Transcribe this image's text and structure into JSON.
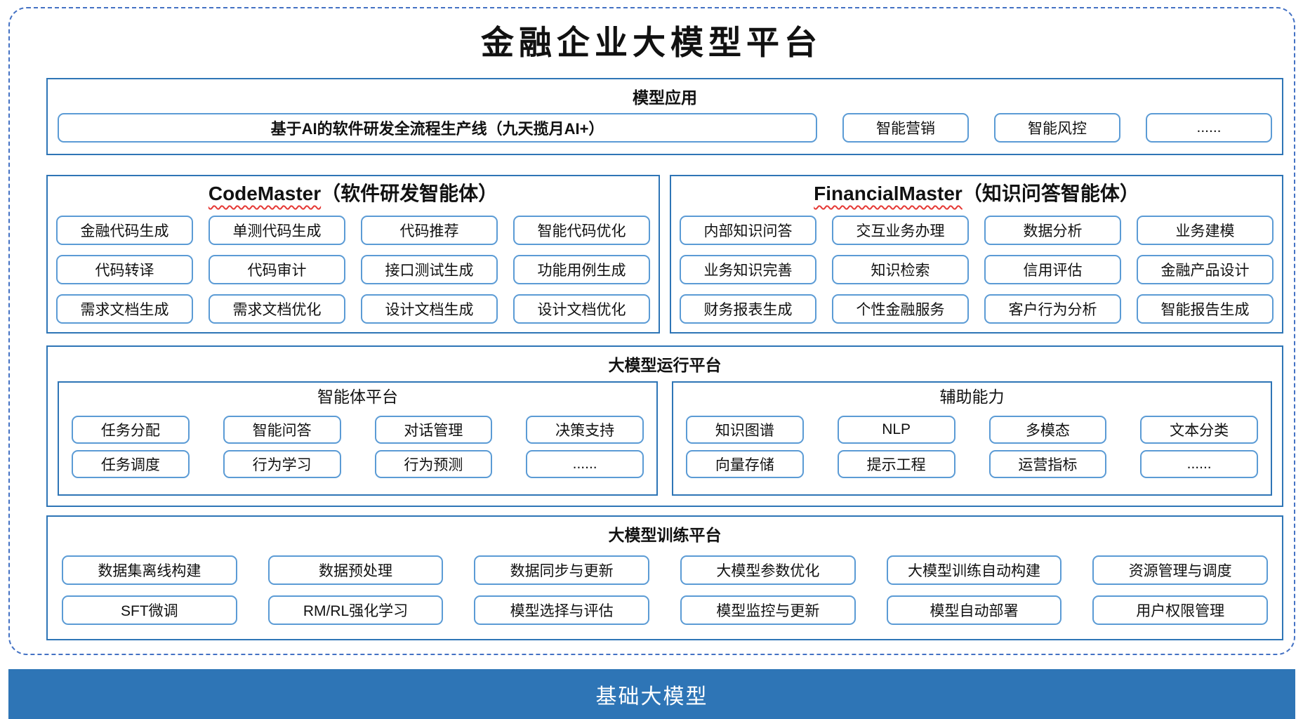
{
  "title": "金融企业大模型平台",
  "colors": {
    "outer_dashed_border": "#4472c4",
    "section_border": "#2e75b6",
    "item_border": "#5b9bd5",
    "spellcheck_underline": "#e53935",
    "foundation_bar_bg": "#2e75b6",
    "foundation_bar_text": "#ffffff"
  },
  "model_app": {
    "header": "模型应用",
    "main_item": "基于AI的软件研发全流程生产线（九天揽月AI+）",
    "items": [
      "智能营销",
      "智能风控",
      "......"
    ]
  },
  "code_master": {
    "name_en": "CodeMaster",
    "name_zh": "（软件研发智能体）",
    "rows": [
      [
        "金融代码生成",
        "单测代码生成",
        "代码推荐",
        "智能代码优化"
      ],
      [
        "代码转译",
        "代码审计",
        "接口测试生成",
        "功能用例生成"
      ],
      [
        "需求文档生成",
        "需求文档优化",
        "设计文档生成",
        "设计文档优化"
      ]
    ]
  },
  "financial_master": {
    "name_en": "FinancialMaster",
    "name_zh": "（知识问答智能体）",
    "rows": [
      [
        "内部知识问答",
        "交互业务办理",
        "数据分析",
        "业务建模"
      ],
      [
        "业务知识完善",
        "知识检索",
        "信用评估",
        "金融产品设计"
      ],
      [
        "财务报表生成",
        "个性金融服务",
        "客户行为分析",
        "智能报告生成"
      ]
    ]
  },
  "runtime": {
    "header": "大模型运行平台",
    "agent_platform": {
      "header": "智能体平台",
      "rows": [
        [
          "任务分配",
          "智能问答",
          "对话管理",
          "决策支持"
        ],
        [
          "任务调度",
          "行为学习",
          "行为预测",
          "......"
        ]
      ]
    },
    "aux_ability": {
      "header": "辅助能力",
      "rows": [
        [
          "知识图谱",
          "NLP",
          "多模态",
          "文本分类"
        ],
        [
          "向量存储",
          "提示工程",
          "运营指标",
          "......"
        ]
      ]
    }
  },
  "training": {
    "header": "大模型训练平台",
    "rows": [
      [
        "数据集离线构建",
        "数据预处理",
        "数据同步与更新",
        "大模型参数优化",
        "大模型训练自动构建",
        "资源管理与调度"
      ],
      [
        "SFT微调",
        "RM/RL强化学习",
        "模型选择与评估",
        "模型监控与更新",
        "模型自动部署",
        "用户权限管理"
      ]
    ]
  },
  "foundation": {
    "label": "基础大模型"
  }
}
